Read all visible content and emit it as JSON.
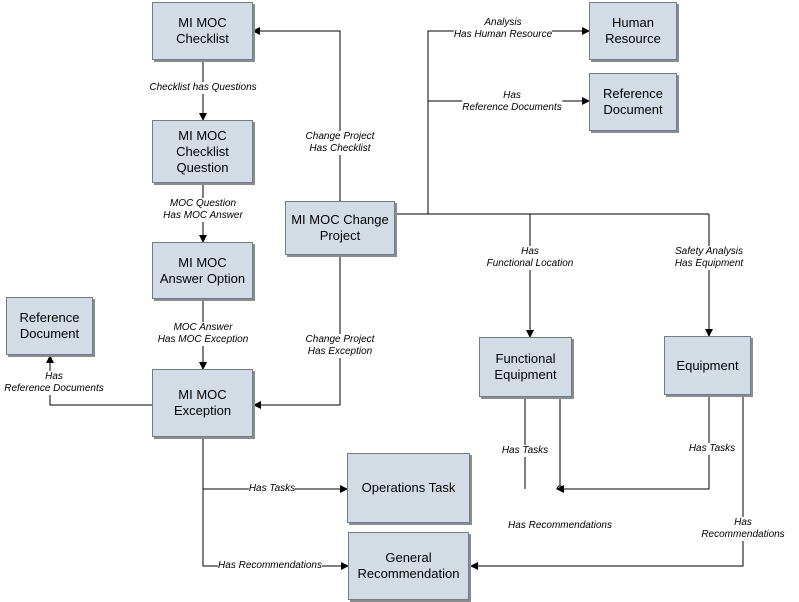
{
  "nodes": {
    "checklist": "MI MOC\nChecklist",
    "question": "MI MOC\nChecklist\nQuestion",
    "answer": "MI MOC\nAnswer Option",
    "exception": "MI MOC\nException",
    "refdoc_left": "Reference\nDocument",
    "change_project": "MI MOC Change\nProject",
    "human_resource": "Human\nResource",
    "refdoc_right": "Reference\nDocument",
    "functional_equipment": "Functional\nEquipment",
    "equipment": "Equipment",
    "operations_task": "Operations Task",
    "general_recommendation": "General\nRecommendation"
  },
  "labels": {
    "checklist_has_questions": "Checklist has Questions",
    "question_has_answer": "MOC Question\nHas MOC Answer",
    "answer_has_exception": "MOC Answer\nHas MOC Exception",
    "exception_has_refdocs": "Has\nReference Documents",
    "project_has_checklist": "Change Project\nHas Checklist",
    "project_has_exception": "Change Project\nHas Exception",
    "analysis_has_human_resource": "Analysis\nHas Human Resource",
    "project_has_refdocs": "Has\nReference Documents",
    "has_functional_location": "Has\nFunctional Location",
    "safety_analysis_has_equipment": "Safety Analysis\nHas Equipment",
    "exception_has_tasks": "Has Tasks",
    "exception_has_recommendations": "Has Recommendations",
    "fe_has_tasks": "Has Tasks",
    "fe_has_recommendations": "Has Recommendations",
    "eq_has_tasks": "Has Tasks",
    "eq_has_recommendations": "Has Recommendations"
  },
  "colors": {
    "node_fill": "#d3dbe5",
    "node_border": "#6f7c8a",
    "line": "#000000"
  }
}
